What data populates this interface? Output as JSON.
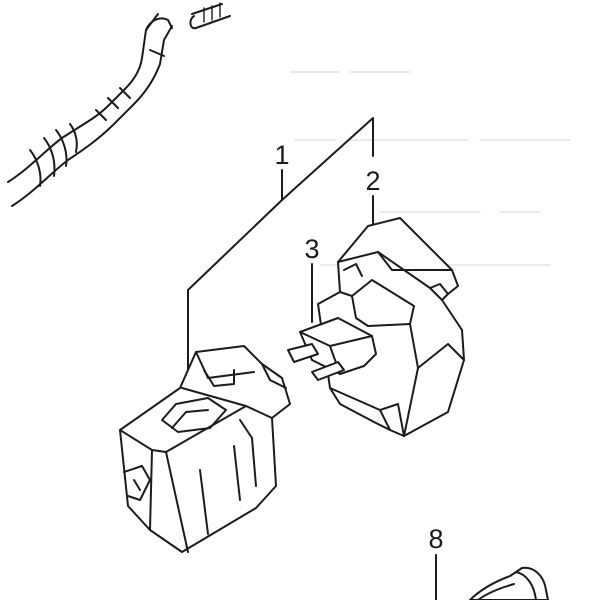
{
  "callouts": {
    "part_1": "1",
    "part_2": "2",
    "part_3": "3",
    "part_8": "8"
  },
  "colors": {
    "line": "#1c1c1c",
    "background": "#ffffff",
    "bleed_through": "#dedede"
  }
}
